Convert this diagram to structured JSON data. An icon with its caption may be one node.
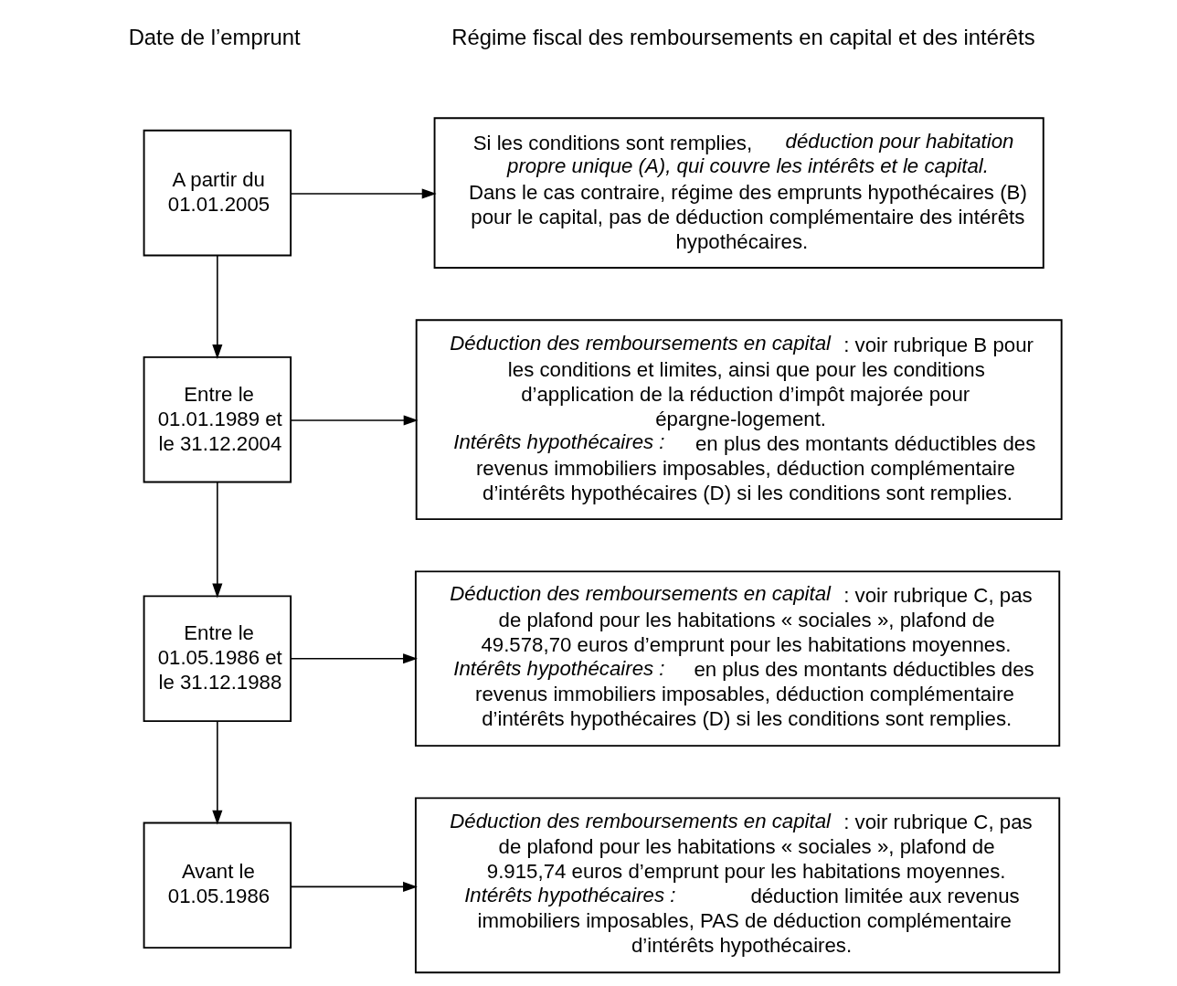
{
  "diagram": {
    "nodes": [
      {
        "text": [
          "A partir du 01.01.2005"
        ]
      },
      {
        "text": [
          "Entre le 01.01.1989 et le 31.12.2004"
        ]
      },
      {
        "text": [
          "Entre le 01.05.1986 et le 31.12.1988"
        ]
      },
      {
        "text": [
          "Avant le 01.05.1986"
        ]
      },
      {
        "text": [
          "Si les conditions sont remplies, *déduction pour habitation propre unique (A), qui couvre les intérêts et le capital.*",
          "Dans le cas contraire, régime des emprunts hypothécaires (B) pour le capital, pas de déduction complémentaire des intérêts hypothécaires."
        ]
      },
      {
        "text": [
          "*Déduction des remboursements en capital* : voir rubrique B pour les conditions et limites, ainsi que pour les conditions d’application de la réduction d’impôt majorée pour épargne-logement.",
          "*Intérêts hypothécaires :* en plus des montants déductibles des revenus immobiliers imposables, déduction complémentaire d’intérêts hypothécaires (D) si les conditions sont remplies."
        ]
      },
      {
        "text": [
          "*Déduction des remboursements en capital* : voir rubrique C, pas de plafond pour les habitations « sociales », plafond de 49.578,70 euros d’emprunt pour les habitations moyennes.",
          "*Intérêts hypothécaires :* en plus des montants déductibles des revenus immobiliers imposables, déduction complémentaire d’intérêts hypothécaires (D) si les conditions sont remplies."
        ]
      },
      {
        "text": [
          "*Déduction des remboursements en capital* : voir rubrique C, pas de plafond pour les habitations « sociales », plafond de 9.915,74 euros d’emprunt pour les habitations moyennes.",
          "*Intérêts hypothécaires :* déduction limitée aux revenus immobiliers imposables, PAS de déduction complémentaire d’intérêts hypothécaires."
        ]
      }
    ],
    "edges": [
      {
        "from": 0,
        "to": 1,
        "arrow": "to"
      },
      {
        "from": 1,
        "to": 2,
        "arrow": "to"
      },
      {
        "from": 2,
        "to": 3,
        "arrow": "to"
      },
      {
        "from": 0,
        "to": 4,
        "arrow": "to"
      },
      {
        "from": 1,
        "to": 5,
        "arrow": "to"
      },
      {
        "from": 2,
        "to": 6,
        "arrow": "to"
      },
      {
        "from": 3,
        "to": 7,
        "arrow": "to"
      }
    ],
    "labels": [
      "Date de l’emprunt",
      "Régime fiscal des remboursements en capital et des intérêts"
    ]
  }
}
